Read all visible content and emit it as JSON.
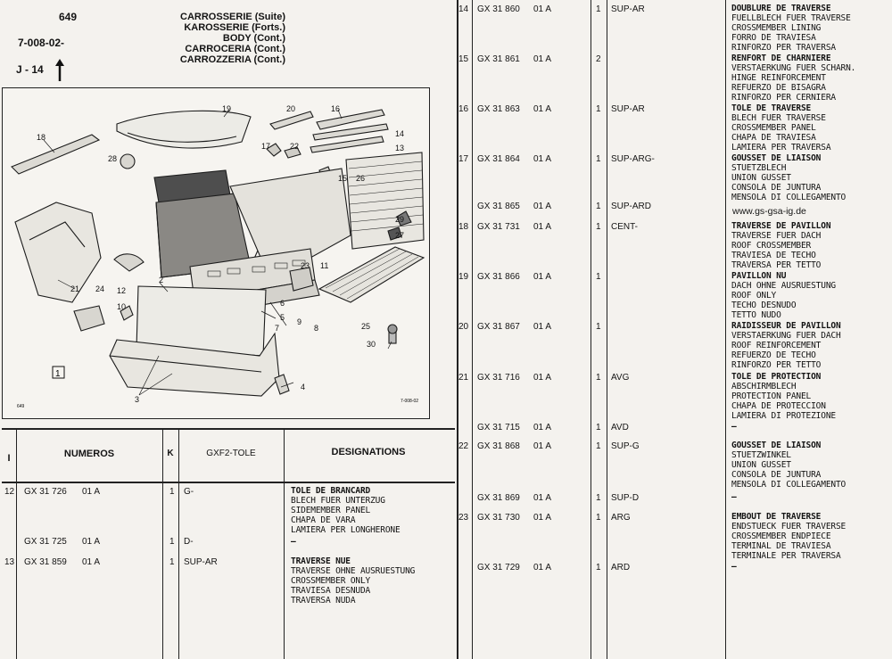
{
  "header": {
    "page": "649",
    "ref": "7-008-02-",
    "section": "J - 14",
    "titles": [
      "CARROSSERIE (Suite)",
      "KAROSSERIE (Forts.)",
      "BODY (Cont.)",
      "CARROCERIA (Cont.)",
      "CARROZZERIA (Cont.)"
    ]
  },
  "diagram": {
    "box_label": "1",
    "small_left": "649",
    "small_right": "7-008-02",
    "callouts": [
      "2",
      "3",
      "4",
      "5",
      "6",
      "7",
      "8",
      "9",
      "10",
      "11",
      "12",
      "13",
      "14",
      "15",
      "16",
      "17",
      "18",
      "19",
      "20",
      "21",
      "22",
      "23",
      "24",
      "25",
      "26",
      "27",
      "28",
      "29",
      "30"
    ]
  },
  "columns": {
    "index": "I",
    "numeros": "NUMEROS",
    "k": "K",
    "gxf2": "GXF2-TOLE",
    "designations": "DESIGNATIONS"
  },
  "website": "www.gs-gsa-ig.de",
  "left_rows": [
    {
      "idx": "12",
      "num": "GX 31 726",
      "suf": "01 A",
      "qty": "1",
      "pos": "G-",
      "desc": [
        "TOLE DE BRANCARD",
        "BLECH FUER UNTERZUG",
        "SIDEMEMBER PANEL",
        "CHAPA DE VARA",
        "LAMIERA PER LONGHERONE"
      ]
    },
    {
      "idx": "",
      "num": "GX 31 725",
      "suf": "01 A",
      "qty": "1",
      "pos": "D-",
      "desc": [
        "–"
      ]
    },
    {
      "idx": "13",
      "num": "GX 31 859",
      "suf": "01 A",
      "qty": "1",
      "pos": "SUP-AR",
      "desc": [
        "TRAVERSE NUE",
        "TRAVERSE OHNE AUSRUESTUNG",
        "CROSSMEMBER ONLY",
        "TRAVIESA DESNUDA",
        "TRAVERSA NUDA"
      ]
    }
  ],
  "right_rows": [
    {
      "idx": "14",
      "num": "GX 31 860",
      "suf": "01 A",
      "qty": "1",
      "pos": "SUP-AR",
      "desc": [
        "DOUBLURE DE TRAVERSE",
        "FUELLBLECH FUER TRAVERSE",
        "CROSSMEMBER LINING",
        "FORRO DE TRAVIESA",
        "RINFORZO PER TRAVERSA"
      ]
    },
    {
      "idx": "15",
      "num": "GX 31 861",
      "suf": "01 A",
      "qty": "2",
      "pos": "",
      "desc": [
        "RENFORT DE CHARNIERE",
        "VERSTAERKUNG FUER SCHARN.",
        "HINGE REINFORCEMENT",
        "REFUERZO DE BISAGRA",
        "RINFORZO PER CERNIERA"
      ]
    },
    {
      "idx": "16",
      "num": "GX 31 863",
      "suf": "01 A",
      "qty": "1",
      "pos": "SUP-AR",
      "desc": [
        "TOLE DE TRAVERSE",
        "BLECH FUER TRAVERSE",
        "CROSSMEMBER PANEL",
        "CHAPA DE TRAVIESA",
        "LAMIERA PER TRAVERSA"
      ]
    },
    {
      "idx": "17",
      "num": "GX 31 864",
      "suf": "01 A",
      "qty": "1",
      "pos": "SUP-ARG-",
      "desc": [
        "GOUSSET DE LIAISON",
        "STUETZBLECH",
        "UNION GUSSET",
        "CONSOLA DE JUNTURA",
        "MENSOLA DI COLLEGAMENTO"
      ]
    },
    {
      "idx": "",
      "num": "GX 31 865",
      "suf": "01 A",
      "qty": "1",
      "pos": "SUP-ARD",
      "desc": []
    },
    {
      "idx": "18",
      "num": "GX 31 731",
      "suf": "01 A",
      "qty": "1",
      "pos": "CENT-",
      "desc": [
        "TRAVERSE DE PAVILLON",
        "TRAVERSE FUER DACH",
        "ROOF CROSSMEMBER",
        "TRAVIESA DE TECHO",
        "TRAVERSA PER TETTO"
      ]
    },
    {
      "idx": "19",
      "num": "GX 31 866",
      "suf": "01 A",
      "qty": "1",
      "pos": "",
      "desc": [
        "PAVILLON NU",
        "DACH OHNE AUSRUESTUNG",
        "ROOF ONLY",
        "TECHO DESNUDO",
        "TETTO NUDO"
      ]
    },
    {
      "idx": "20",
      "num": "GX 31 867",
      "suf": "01 A",
      "qty": "1",
      "pos": "",
      "desc": [
        "RAIDISSEUR DE PAVILLON",
        "VERSTAERKUNG FUER DACH",
        "ROOF REINFORCEMENT",
        "REFUERZO DE TECHO",
        "RINFORZO PER TETTO"
      ]
    },
    {
      "idx": "21",
      "num": "GX 31 716",
      "suf": "01 A",
      "qty": "1",
      "pos": "AVG",
      "desc": [
        "TOLE DE PROTECTION",
        "ABSCHIRMBLECH",
        "PROTECTION PANEL",
        "CHAPA DE PROTECCION",
        "LAMIERA DI PROTEZIONE"
      ]
    },
    {
      "idx": "",
      "num": "GX 31 715",
      "suf": "01 A",
      "qty": "1",
      "pos": "AVD",
      "desc": [
        "–"
      ]
    },
    {
      "idx": "22",
      "num": "GX 31 868",
      "suf": "01 A",
      "qty": "1",
      "pos": "SUP-G",
      "desc": [
        "GOUSSET DE LIAISON",
        "STUETZWINKEL",
        "UNION GUSSET",
        "CONSOLA DE JUNTURA",
        "MENSOLA DI COLLEGAMENTO"
      ]
    },
    {
      "idx": "",
      "num": "GX 31 869",
      "suf": "01 A",
      "qty": "1",
      "pos": "SUP-D",
      "desc": [
        "–"
      ]
    },
    {
      "idx": "23",
      "num": "GX 31 730",
      "suf": "01 A",
      "qty": "1",
      "pos": "ARG",
      "desc": [
        "EMBOUT DE TRAVERSE",
        "ENDSTUECK FUER TRAVERSE",
        "CROSSMEMBER ENDPIECE",
        "TERMINAL DE TRAVIESA",
        "TERMINALE PER TRAVERSA"
      ]
    },
    {
      "idx": "",
      "num": "GX 31 729",
      "suf": "01 A",
      "qty": "1",
      "pos": "ARD",
      "desc": [
        "–"
      ]
    }
  ]
}
